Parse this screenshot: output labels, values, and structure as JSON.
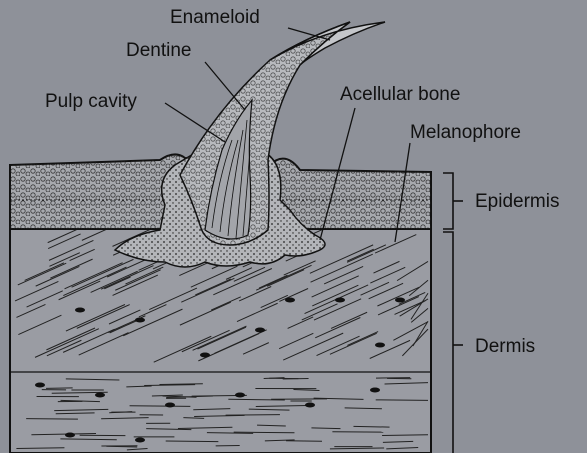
{
  "labels": {
    "enameloid": "Enameloid",
    "dentine": "Dentine",
    "pulp_cavity": "Pulp cavity",
    "acellular_bone": "Acellular bone",
    "melanophore": "Melanophore",
    "epidermis": "Epidermis",
    "dermis": "Dermis"
  },
  "colors": {
    "background": "#8e9199",
    "ink": "#111111"
  }
}
